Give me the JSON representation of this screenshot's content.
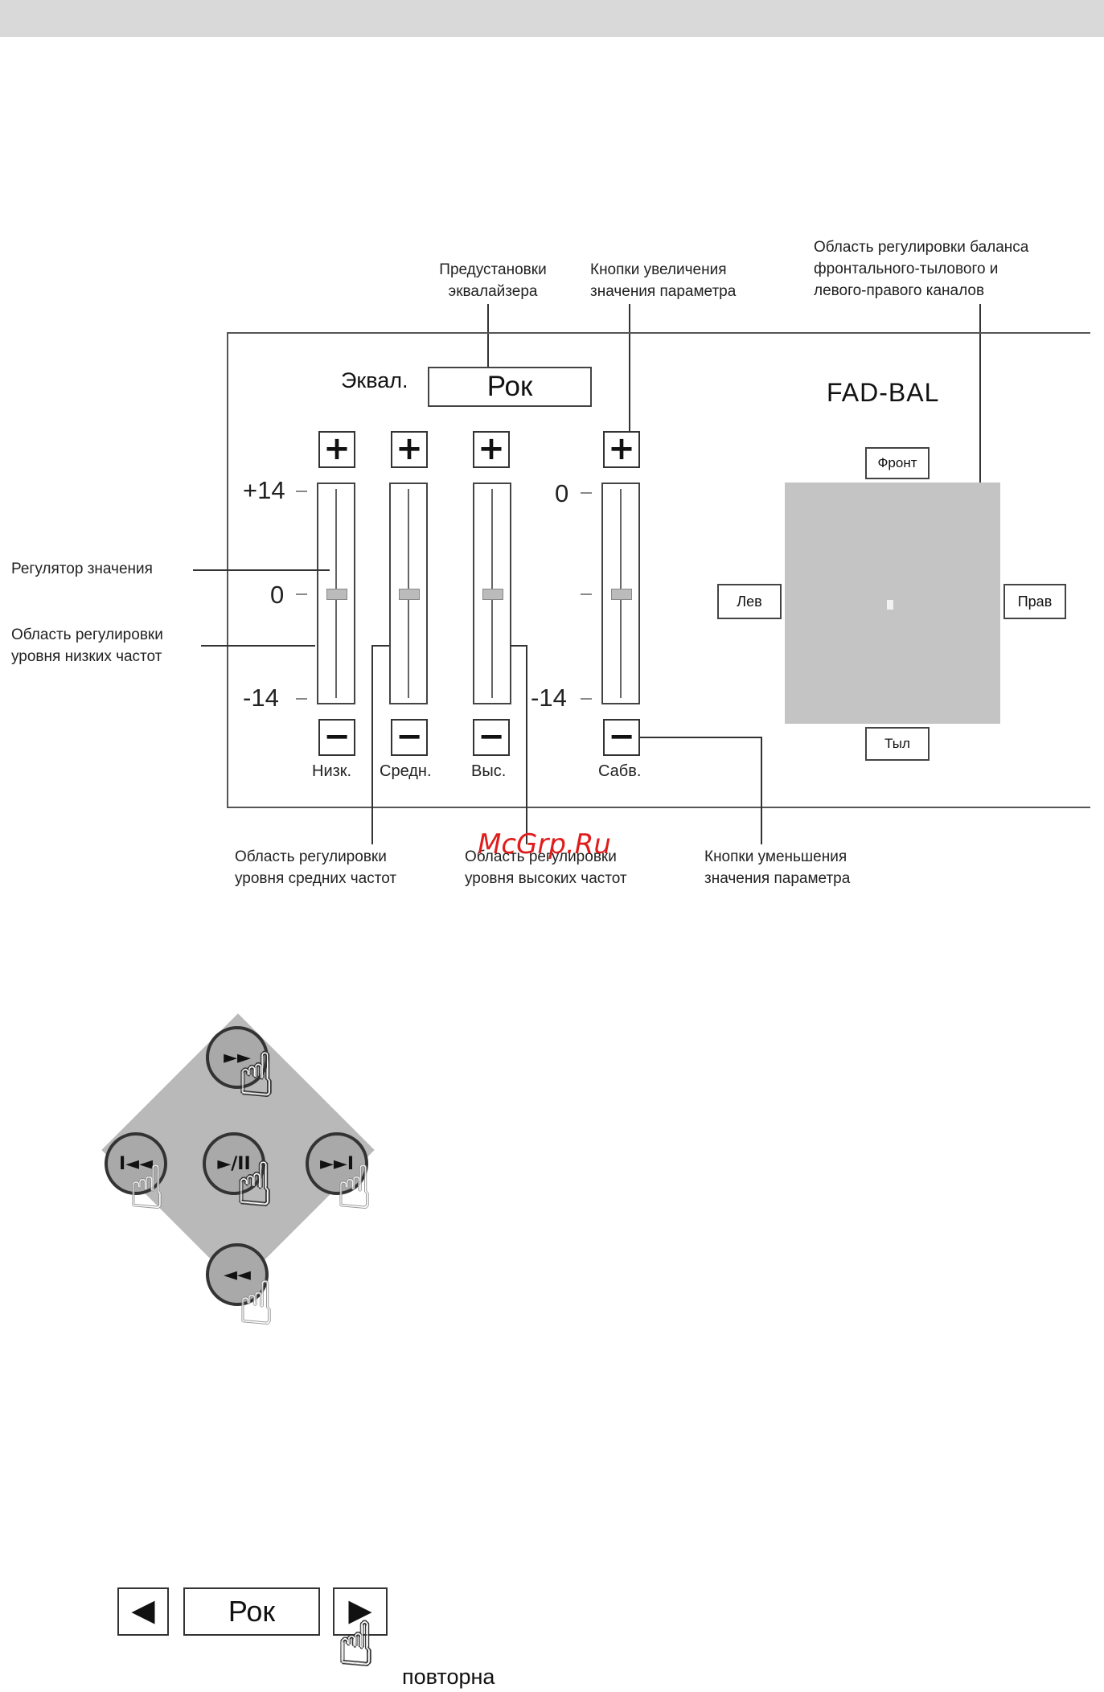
{
  "equalizer": {
    "title_label": "Эквал.",
    "preset_value": "Рок",
    "fadbal_title": "FAD-BAL",
    "scale": {
      "top": "+14",
      "middle": "0",
      "bottom": "-14",
      "sub_top": "0",
      "sub_bottom": "-14"
    },
    "plus_symbol": "+",
    "minus_symbol": "−",
    "bands": [
      {
        "label": "Низк.",
        "level": 0
      },
      {
        "label": "Средн.",
        "level": 0
      },
      {
        "label": "Выс.",
        "level": 0
      },
      {
        "label": "Сабв.",
        "level": 0
      }
    ],
    "balance": {
      "front": "Фронт",
      "rear": "Тыл",
      "left": "Лев",
      "right": "Прав"
    },
    "callouts": {
      "presets": "Предустановки\nэквалайзера",
      "increase": "Кнопки увеличения\nзначения параметра",
      "balance_area": "Область регулировки баланса\nфронтального-тылового и\nлевого-правого каналов",
      "regulator": "Регулятор значения",
      "low_area": "Область регулировки\nуровня низких частот",
      "mid_area": "Область регулировки\nуровня средних частот",
      "high_area": "Область регулировки\nуровня высоких частот",
      "decrease": "Кнопки уменьшения\nзначения параметра"
    },
    "watermark": "McGrp.Ru"
  },
  "transport": {
    "up_icon": "►►",
    "left_icon": "I◄◄",
    "center_icon": "►/II",
    "right_icon": "►►I",
    "down_icon": "◄◄"
  },
  "preset_nav": {
    "prev_icon": "◀",
    "value": "Рок",
    "next_icon": "▶",
    "caption": "повторна"
  }
}
